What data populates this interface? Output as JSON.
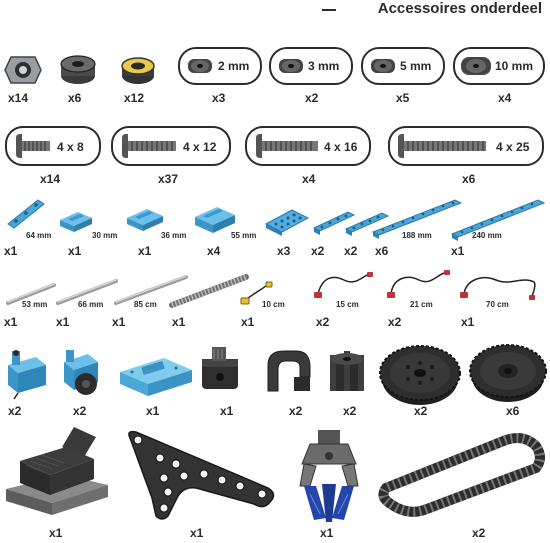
{
  "title": "Accessoires onderdeel",
  "row1": {
    "nuts": [
      {
        "icon": "hex-nut-icon",
        "qty": "x14"
      },
      {
        "icon": "collar-nut-icon",
        "qty": "x6"
      },
      {
        "icon": "brass-bushing-icon",
        "qty": "x12"
      }
    ],
    "spacers": [
      {
        "label": "2 mm",
        "qty": "x3"
      },
      {
        "label": "3 mm",
        "qty": "x2"
      },
      {
        "label": "5 mm",
        "qty": "x5"
      },
      {
        "label": "10 mm",
        "qty": "x4"
      }
    ]
  },
  "screws": [
    {
      "label": "4 x 8",
      "qty": "x14"
    },
    {
      "label": "4 x 12",
      "qty": "x37"
    },
    {
      "label": "4 x 16",
      "qty": "x4"
    },
    {
      "label": "4 x 25",
      "qty": "x6"
    }
  ],
  "beams": {
    "labels": [
      "64 mm",
      "30 mm",
      "36 mm",
      "55 mm",
      "188 mm",
      "240 mm"
    ],
    "qtys": [
      "x1",
      "x1",
      "x1",
      "x4",
      "x3",
      "x2",
      "x2",
      "x6",
      "x1"
    ]
  },
  "axles_cables": {
    "labels": [
      "53 mm",
      "66 mm",
      "85 cm",
      "10 cm",
      "15 cm",
      "21 cm",
      "70 cm"
    ],
    "qtys": [
      "x1",
      "x1",
      "x1",
      "x1",
      "x1",
      "x2",
      "x2",
      "x1"
    ]
  },
  "motors_gears": {
    "qtys": [
      "x2",
      "x2",
      "x1",
      "x1",
      "x2",
      "x2",
      "x2",
      "x6"
    ]
  },
  "large_parts": {
    "qtys": [
      "x1",
      "x1",
      "x1",
      "x2"
    ]
  }
}
